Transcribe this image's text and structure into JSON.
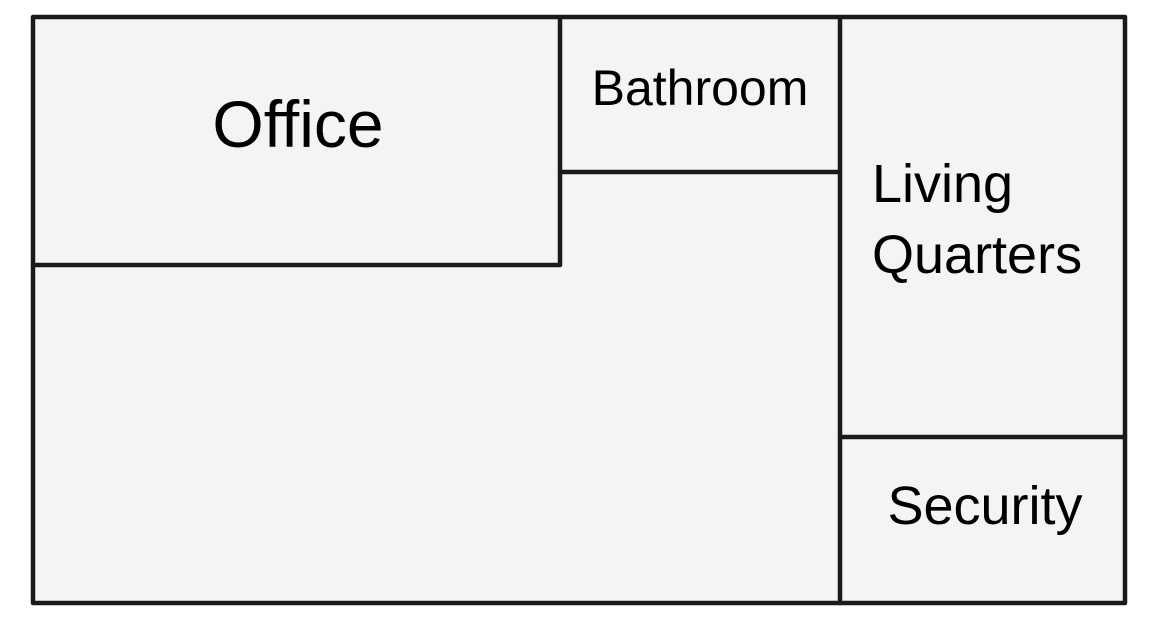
{
  "floor_plan": {
    "colors": {
      "floor": "#f4f4f4",
      "wall": "#1a1a1a",
      "label": "#000000",
      "background": "#ffffff"
    },
    "rooms": {
      "office": {
        "label": "Office"
      },
      "bathroom": {
        "label": "Bathroom"
      },
      "living_quarters": {
        "label_line1": "Living",
        "label_line2": "Quarters"
      },
      "security": {
        "label": "Security"
      },
      "open_area": {
        "label": ""
      }
    }
  }
}
